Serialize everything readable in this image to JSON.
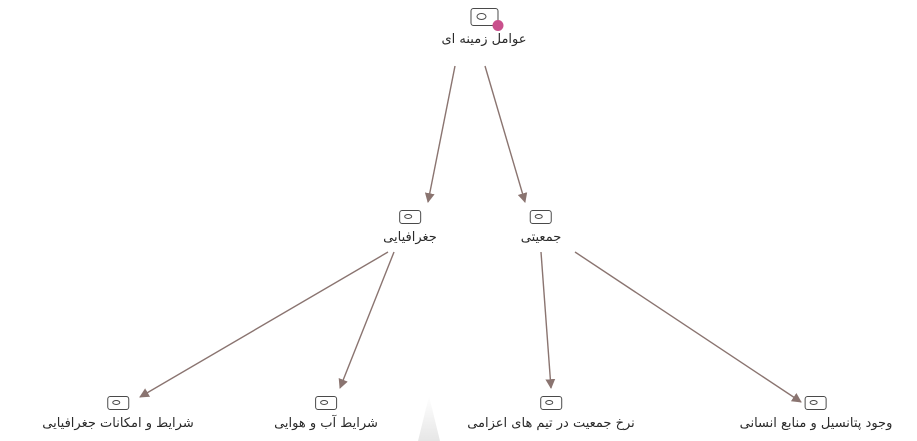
{
  "colors": {
    "edge": "#8a7470",
    "icon_stroke": "#4a4a4a",
    "root_dot": "#c9508c",
    "text": "#2a2a2a"
  },
  "nodes": {
    "root": {
      "label": "عوامل زمینه ای",
      "icon": "code-icon"
    },
    "geo": {
      "label": "جغرافیایی",
      "icon": "code-icon"
    },
    "pop": {
      "label": "جمعیتی",
      "icon": "code-icon"
    },
    "geo_conditions": {
      "label": "شرایط و امکانات جغرافیایی",
      "icon": "code-icon"
    },
    "climate": {
      "label": "شرایط آب و هوایی",
      "icon": "code-icon"
    },
    "population_rate": {
      "label": "نرخ جمعیت در تیم های اعزامی",
      "icon": "code-icon"
    },
    "human_resources": {
      "label": "وجود پتانسیل و منابع انسانی",
      "icon": "code-icon"
    }
  },
  "edges": [
    {
      "from": "root",
      "to": "geo"
    },
    {
      "from": "root",
      "to": "pop"
    },
    {
      "from": "geo",
      "to": "geo_conditions"
    },
    {
      "from": "geo",
      "to": "climate"
    },
    {
      "from": "pop",
      "to": "population_rate"
    },
    {
      "from": "pop",
      "to": "human_resources"
    }
  ]
}
